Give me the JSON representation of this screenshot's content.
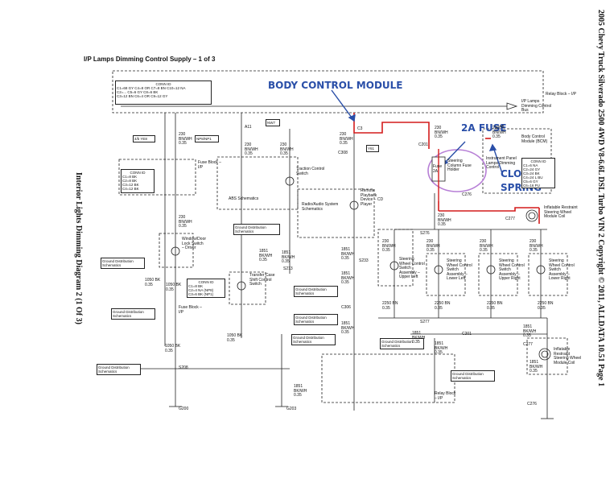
{
  "header": {
    "title": "I/P Lamps Dimming Control Supply – 1 of 3",
    "side_right": "2005 Chevy Truck Silverado 2500 4WD V8-6.6L DSL Turbo VIN 2     Copyright © 2011, ALLDATA     10.51     Page 1",
    "side_left": "Interior Lights Dimming Diagram 2 (1 Of 3)"
  },
  "callouts": {
    "bcm": "BODY CONTROL MODULE",
    "fuse": "2A FUSE",
    "clock1": "CLOCK",
    "clock2": "SPRING"
  },
  "conn_id_top": {
    "title": "CONN ID",
    "lines": [
      "C1=68 GY  C4=8 OR  C7=8 BN  C10=12 NA",
      "C2=...    C5=6 GY  C8=6 BK",
      "C3=12 BN  C6=4 OR  C9=12 GY"
    ]
  },
  "conn_id_fuse": {
    "title": "CONN ID",
    "lines": [
      "C1=8 BK",
      "C2=8 BK",
      "C3=12 BK",
      "C4=12 BK"
    ]
  },
  "conn_id_bcm": {
    "title": "CONN ID",
    "lines": [
      "C1=6 NA",
      "C2=24 GY",
      "C3=24 BK",
      "C4=24 L BU",
      "C5=6 GY",
      "C6=16 PU"
    ]
  },
  "conn_id_tc": {
    "title": "CONN ID",
    "lines": [
      "C1=8 BK",
      "C2=4 NA (NP8)",
      "C3=6 BK (NP1)"
    ]
  },
  "labels": {
    "relay_block_ip": "Relay Block – I/P",
    "ip_lamps_bus": "I/P Lamps Dimming Control Bus",
    "bcm_box": "Body Control Module (BCM)",
    "ipl_dim": "Instrument Panel Lamps Dimming Control",
    "fuse_block": "Fuse Block – I/P",
    "traction": "Traction Control Switch",
    "abs": "ABS Schematics",
    "radio": "Radio/Audio System Schematics",
    "remote": "Remote Playback Device – CD Player",
    "window": "Window/Door Lock Switch – Driver",
    "transfer": "Transfer Case Shift Control Switch",
    "steering_fuse": "Steering Column Fuse Holder",
    "fuse_2a": "Fuse 2A",
    "inflatable_top": "Inflatable Restraint Steering Wheel Module Coil",
    "inflatable_bot": "Inflatable Restraint Steering Wheel Module Coil",
    "sw_ul": "Steering Wheel Control Switch Assembly – Upper Left",
    "sw_ll": "Steering Wheel Control Switch Assembly – Lower Left",
    "sw_ur": "Steering Wheel Control Switch Assembly – Upper Right",
    "sw_lr": "Steering Wheel Control Switch Assembly – Lower Right",
    "gd1": "Ground Distribution Schematics",
    "gd2": "Ground Distribution Schematics",
    "gd3": "Ground Distribution Schematics",
    "gd4": "Ground Distribution Schematics",
    "gd5": "Ground Distribution Schematics",
    "gd6": "Ground Distribution Schematics",
    "gd7": "Ground Distribution Schematics",
    "gd8": "Ground Distribution Schematics",
    "fuse_block2": "Fuse Block – I/P",
    "relay_block2": "Relay Block – I/P",
    "w230": "230 BN/WH 0.35",
    "w1050": "1050 BK 0.35",
    "w1851": "1851 BK/WH 0.35",
    "w2250": "2250 BN 0.35",
    "ytab": "4/b YE8",
    "np": "NP8/NP1",
    "nw7": "NW7",
    "y61": "Y61",
    "g200": "G200",
    "g203": "G203",
    "s208": "S208",
    "s213": "S213",
    "s233": "S233",
    "s276": "S276",
    "s277": "S277",
    "c201": "C201",
    "c276": "C276",
    "c277": "C277",
    "c306": "C306",
    "c308": "C308",
    "c3": "C3",
    "a8": "A8",
    "a11": "A11"
  }
}
